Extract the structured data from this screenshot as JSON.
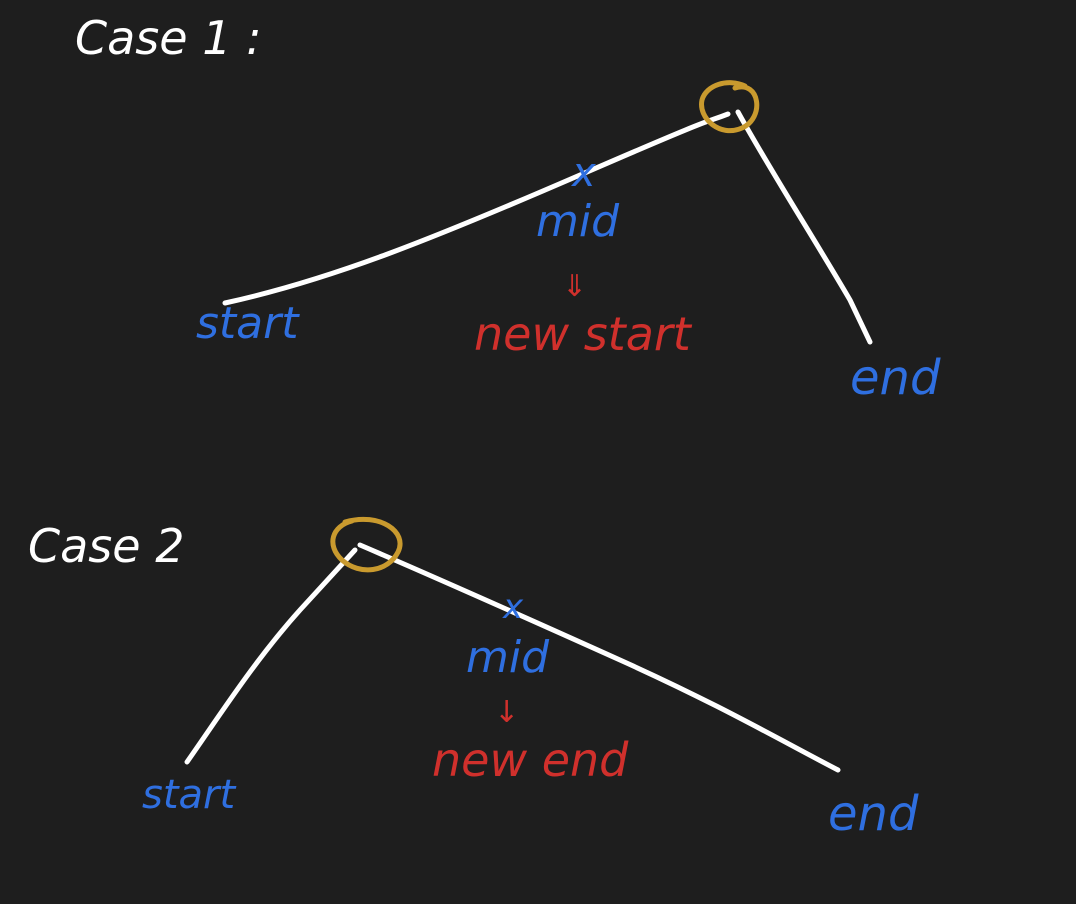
{
  "colors": {
    "background": "#1e1e1e",
    "ink_white": "#ffffff",
    "ink_blue": "#2f6fe0",
    "ink_red": "#d0302c",
    "ink_gold": "#c99a2e"
  },
  "case1": {
    "title": "Case 1 :",
    "start_label": "start",
    "mid_marker": "x",
    "mid_label": "mid",
    "arrow": "⇓",
    "new_label": "new start",
    "end_label": "end",
    "peak_marker": "circle"
  },
  "case2": {
    "title": "Case 2",
    "start_label": "start",
    "mid_marker": "x",
    "mid_label": "mid",
    "arrow": "↓",
    "new_label": "new end",
    "end_label": "end",
    "peak_marker": "circle"
  }
}
